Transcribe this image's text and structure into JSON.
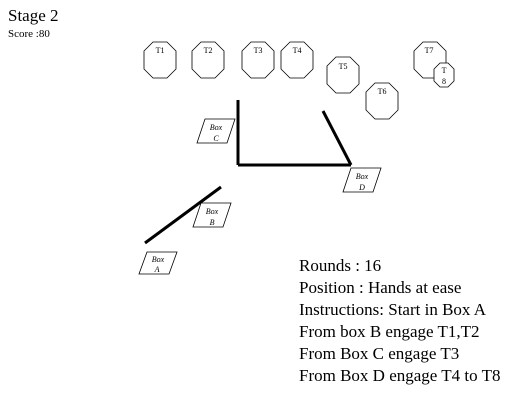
{
  "header": {
    "stage": "Stage 2",
    "score": "Score :80"
  },
  "targets": [
    {
      "label": "T1"
    },
    {
      "label": "T2"
    },
    {
      "label": "T3"
    },
    {
      "label": "T4"
    },
    {
      "label": "T5"
    },
    {
      "label": "T6"
    },
    {
      "label": "T7"
    },
    {
      "label_line1": "T",
      "label_line2": "8"
    }
  ],
  "boxes": [
    {
      "word": "Box",
      "letter": "A"
    },
    {
      "word": "Box",
      "letter": "B"
    },
    {
      "word": "Box",
      "letter": "C"
    },
    {
      "word": "Box",
      "letter": "D"
    }
  ],
  "instructions": {
    "rounds": "Rounds : 16",
    "position": "Position : Hands at ease",
    "start": "Instructions: Start in Box A",
    "box_b": "From box B engage T1,T2",
    "box_c": "From Box C engage T3",
    "box_d": "From Box D engage T4 to T8"
  }
}
